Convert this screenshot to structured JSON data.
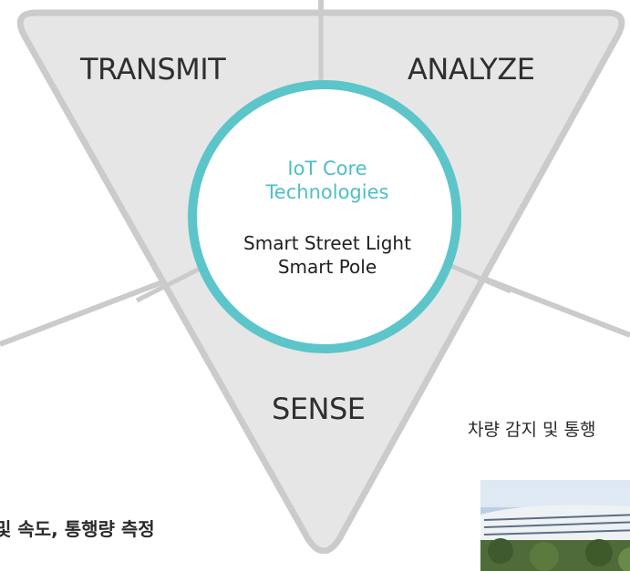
{
  "segments": {
    "transmit": "TRANSMIT",
    "analyze": "ANALYZE",
    "sense": "SENSE"
  },
  "center": {
    "core_line1": "IoT Core",
    "core_line2": "Technologies",
    "app_line1": "Smart Street Light",
    "app_line2": "Smart Pole"
  },
  "captions": {
    "left": "및 속도, 통행량 측정",
    "right": "차량 감지 및 통행"
  },
  "colors": {
    "triangle_fill": "#e6e6e6",
    "triangle_stroke": "#cbcbcb",
    "circle_ring": "#5cc5ca",
    "accent_text": "#4dbfc5"
  }
}
